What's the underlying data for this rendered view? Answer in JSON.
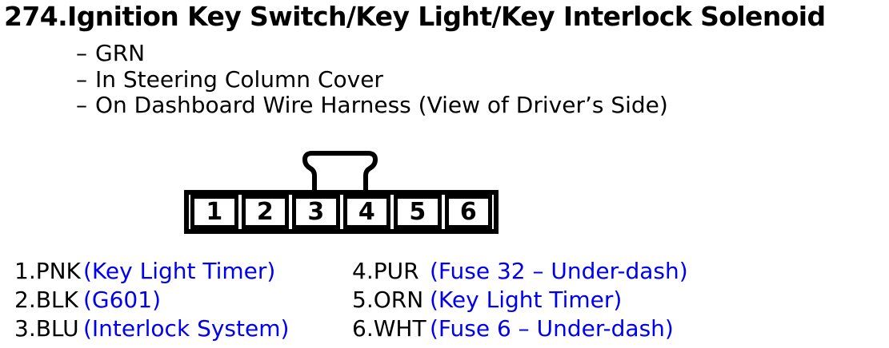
{
  "title": "274.Ignition Key Switch/Key Light/Key Interlock Solenoid",
  "notes": {
    "bullet": "–",
    "items": [
      "GRN",
      "In Steering Column Cover",
      "On Dashboard Wire Harness (View of Driver’s Side)"
    ]
  },
  "connector": {
    "pins": [
      "1",
      "2",
      "3",
      "4",
      "5",
      "6"
    ]
  },
  "pinout": {
    "left": [
      {
        "label": "1.PNK",
        "desc": "(Key Light Timer)"
      },
      {
        "label": "2.BLK",
        "desc": "(G601)"
      },
      {
        "label": "3.BLU",
        "desc": "(Interlock System)"
      }
    ],
    "right": [
      {
        "label": "4.PUR",
        "desc": "(Fuse 32 – Under-dash)"
      },
      {
        "label": "5.ORN",
        "desc": "(Key Light Timer)"
      },
      {
        "label": "6.WHT",
        "desc": "(Fuse 6 – Under-dash)"
      }
    ]
  },
  "colors": {
    "text": "#000000",
    "link_blue": "#0000EE",
    "background": "#FFFFFF"
  }
}
